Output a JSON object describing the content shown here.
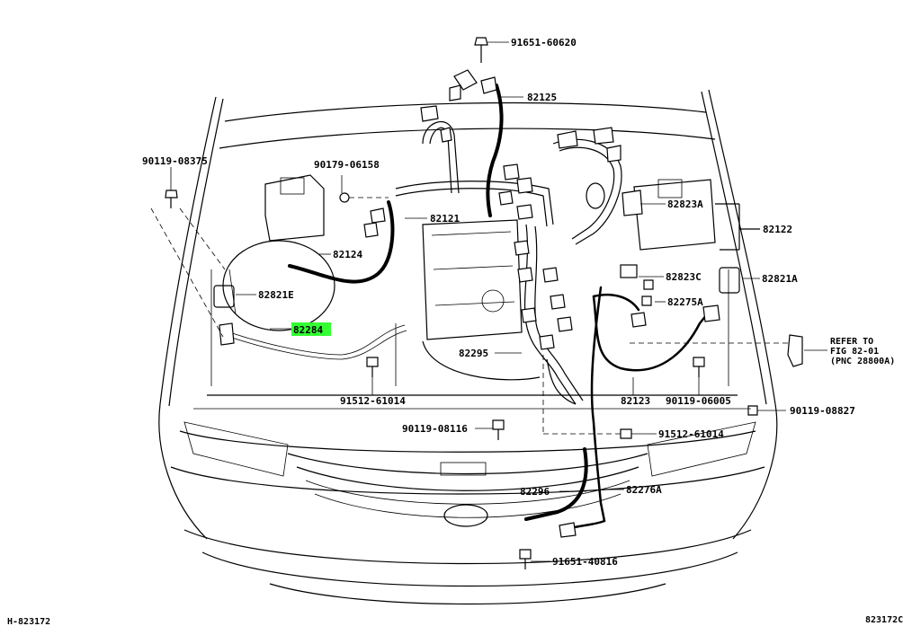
{
  "diagram": {
    "highlight_color": "#33ff33",
    "labels": {
      "p91651_60620": "91651-60620",
      "p82125": "82125",
      "p90119_08375": "90119-08375",
      "p90179_06158": "90179-06158",
      "p82121": "82121",
      "p82823A": "82823A",
      "p82122": "82122",
      "p82124": "82124",
      "p82823C": "82823C",
      "p82821A": "82821A",
      "p82821E": "82821E",
      "p82275A": "82275A",
      "p82284": "82284",
      "refer_line1": "REFER TO",
      "refer_line2": "FIG 82-01",
      "refer_line3": "(PNC 28800A)",
      "p82295": "82295",
      "p91512_61014_left": "91512-61014",
      "p82123": "82123",
      "p90119_06005": "90119-06005",
      "p90119_08827": "90119-08827",
      "p90119_08116": "90119-08116",
      "p91512_61014_right": "91512-61014",
      "p82296": "82296",
      "p82276A": "82276A",
      "p91651_40816": "91651-40816",
      "footer_left": "H-823172",
      "footer_right": "823172C"
    }
  }
}
